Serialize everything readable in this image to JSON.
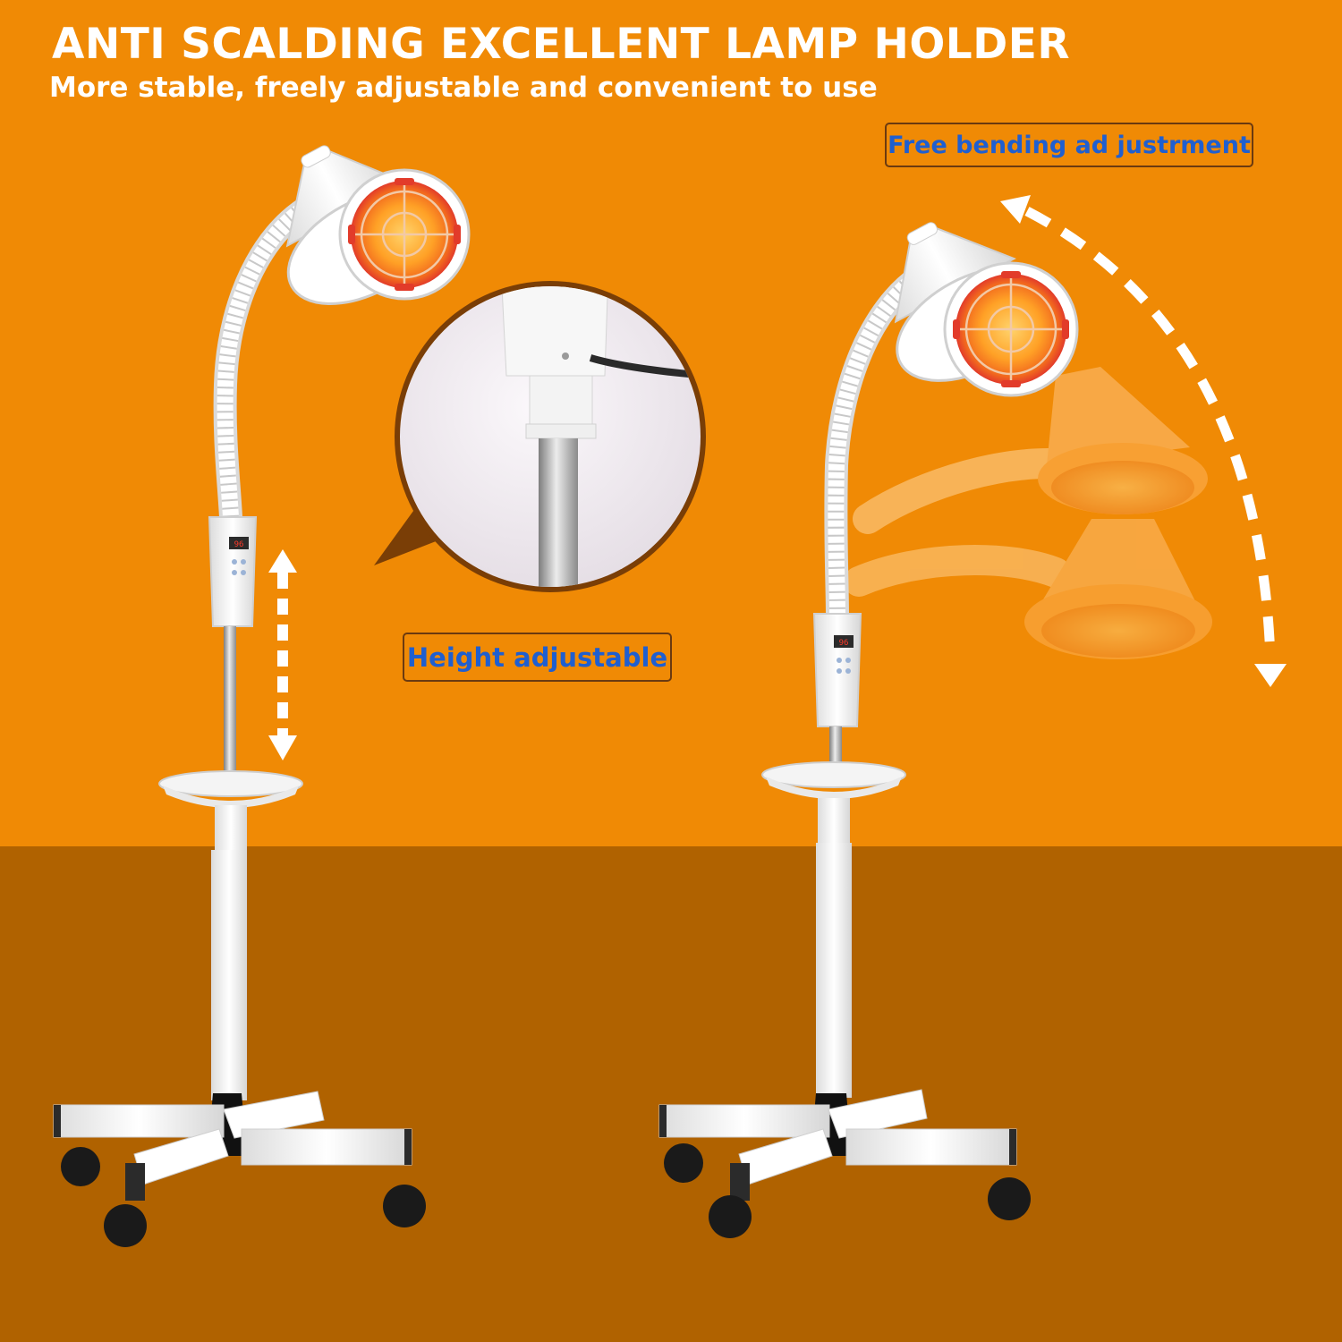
{
  "banner": {
    "headline": "ANTI SCALDING EXCELLENT LAMP HOLDER",
    "subline": "More stable, freely adjustable and convenient to use"
  },
  "callouts": {
    "bending": "Free bending ad justrment",
    "height": "Height adjustable"
  },
  "colors": {
    "background_top": "#f08a05",
    "background_bottom": "#b06200",
    "heading_text": "#ffffff",
    "callout_text": "#1f5fd0",
    "callout_border": "#6b3a10",
    "lamp_body": "#ffffff",
    "bulb_glow": "#ff8c1a",
    "bulb_red": "#e23b2a",
    "wheel": "#1a1a1a",
    "zoom_callout_ring": "#7a3e06"
  },
  "icons": [
    "double-arrow-vertical-icon",
    "curved-double-arrow-icon"
  ],
  "control_panel_display": "96"
}
